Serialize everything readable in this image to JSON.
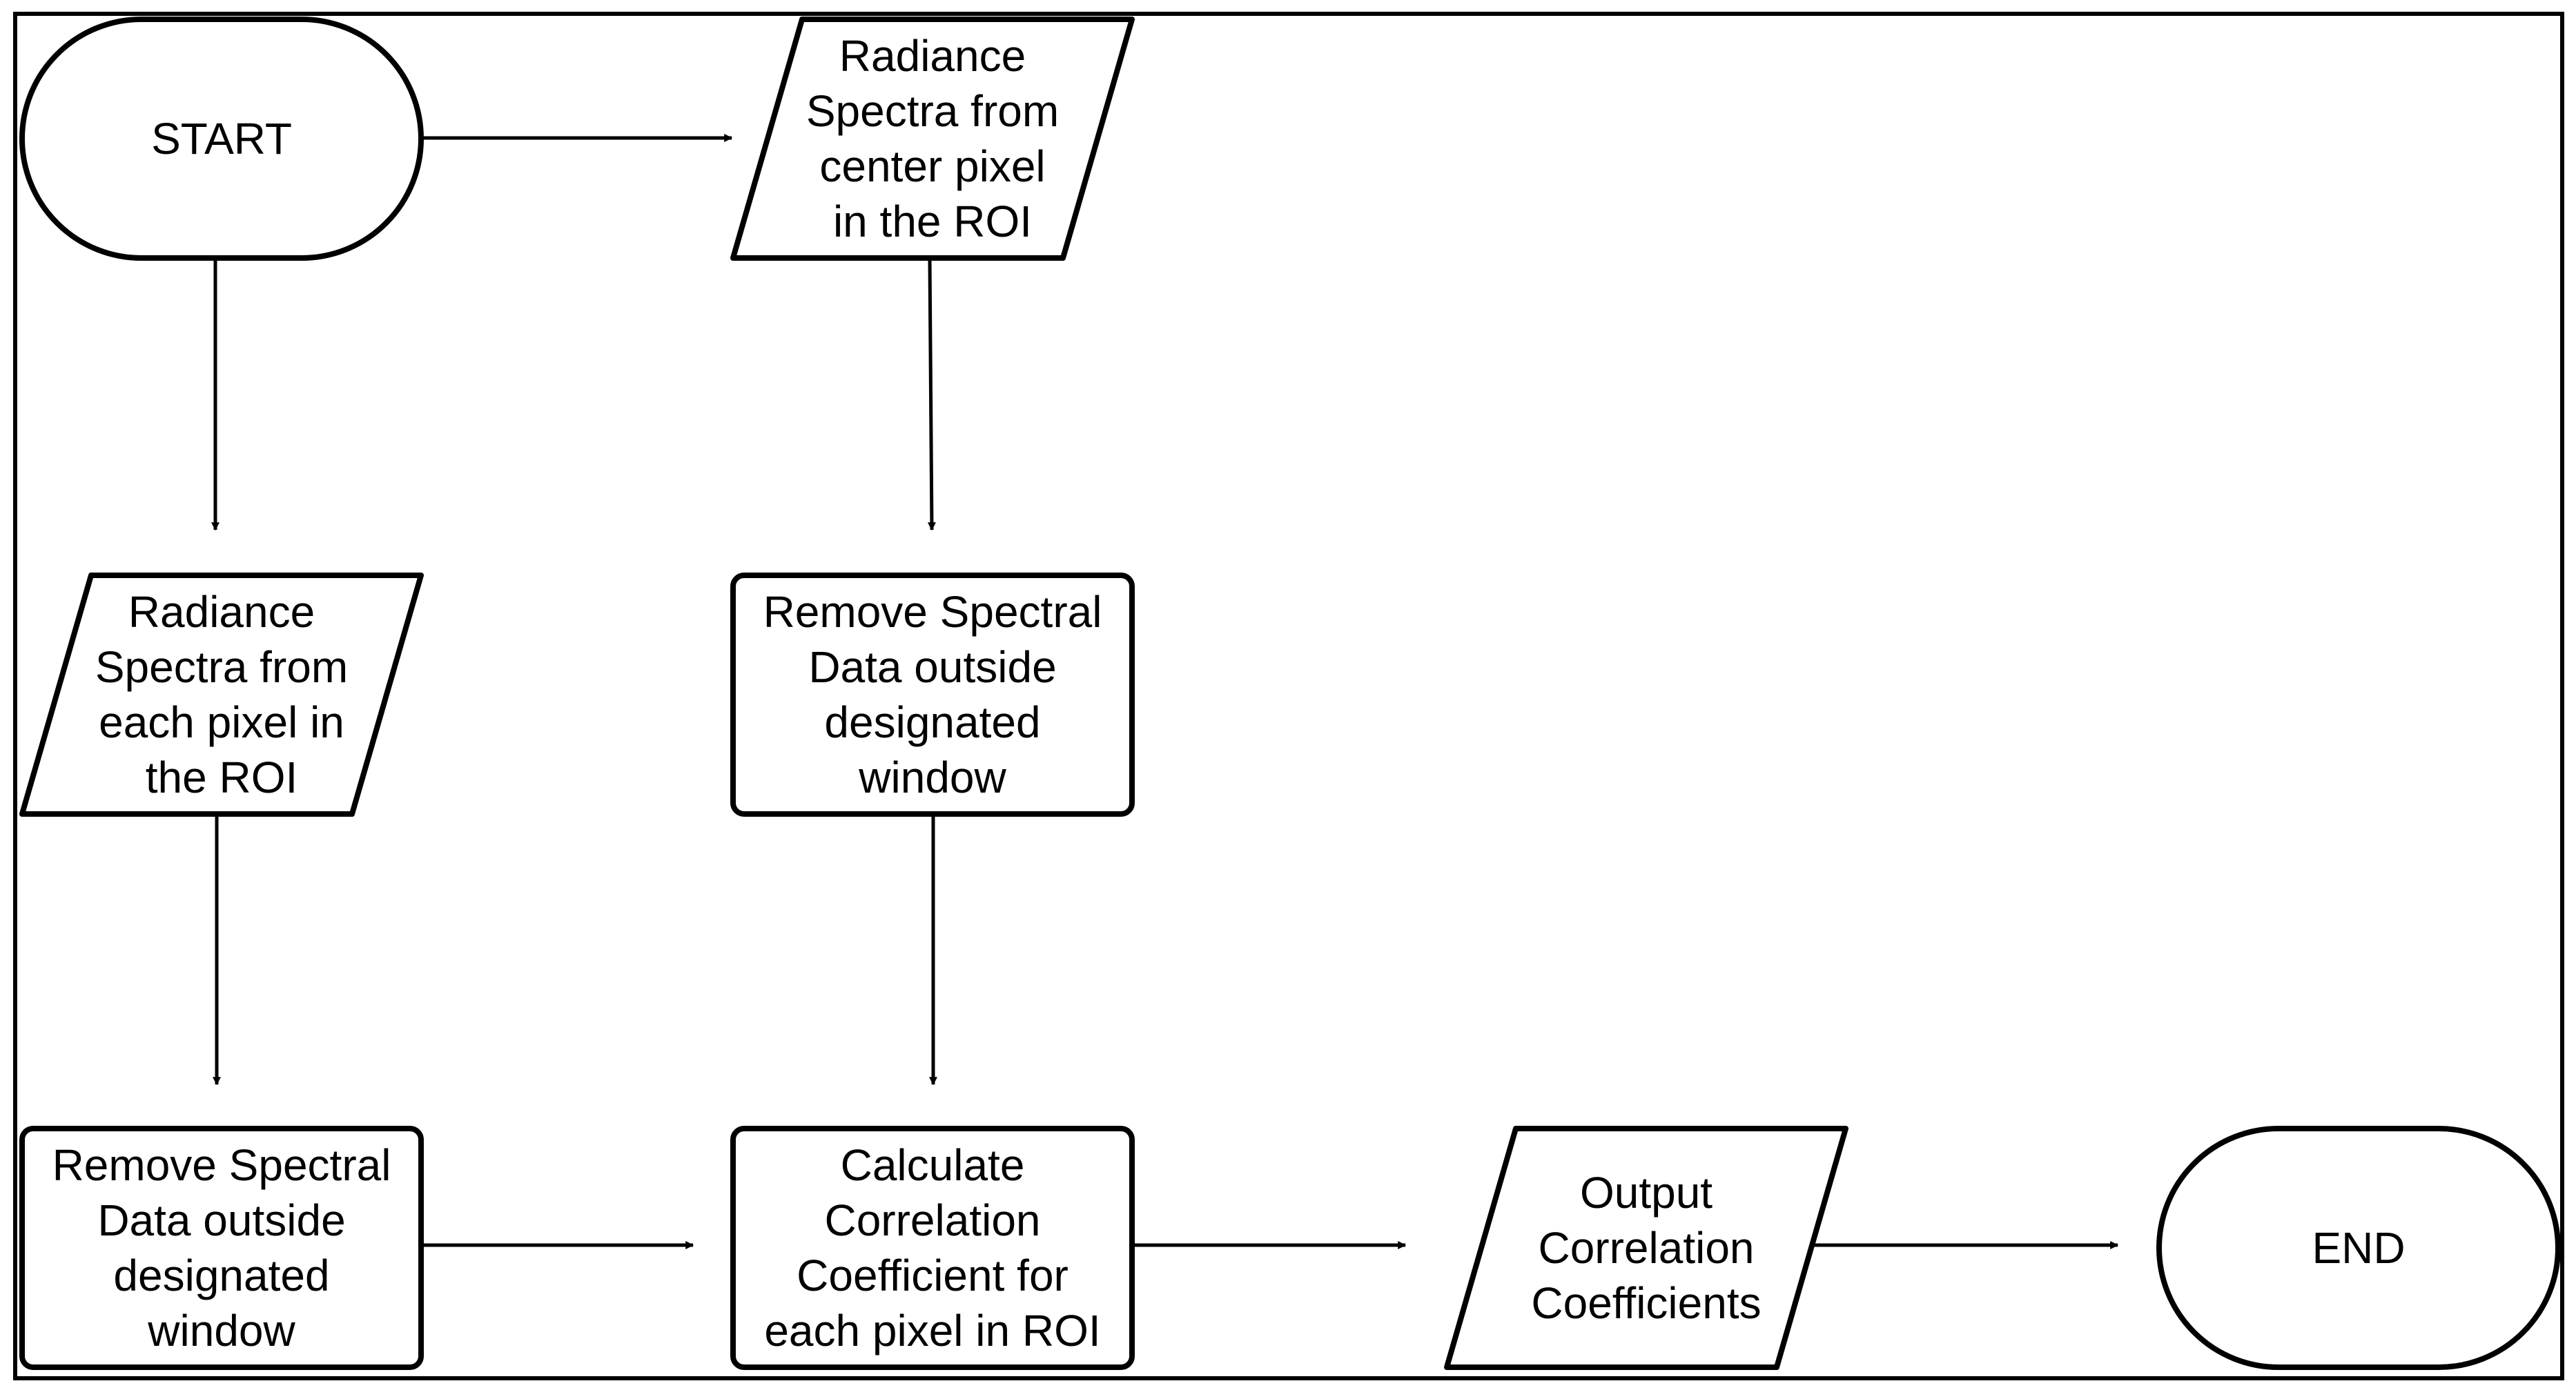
{
  "diagram": {
    "type": "flowchart",
    "colors": {
      "stroke": "#000000",
      "fill": "#ffffff",
      "text": "#000000"
    },
    "nodes": {
      "start": {
        "shape": "terminator",
        "lines": [
          "START"
        ]
      },
      "center_input": {
        "shape": "parallelogram",
        "lines": [
          "Radiance",
          "Spectra from",
          "center pixel",
          "in the ROI"
        ]
      },
      "each_input": {
        "shape": "parallelogram",
        "lines": [
          "Radiance",
          "Spectra from",
          "each pixel in",
          "the ROI"
        ]
      },
      "remove_center": {
        "shape": "process",
        "lines": [
          "Remove Spectral",
          "Data outside",
          "designated",
          "window"
        ]
      },
      "remove_each": {
        "shape": "process",
        "lines": [
          "Remove Spectral",
          "Data outside",
          "designated",
          "window"
        ]
      },
      "calculate": {
        "shape": "process",
        "lines": [
          "Calculate",
          "Correlation",
          "Coefficient for",
          "each pixel in ROI"
        ]
      },
      "output": {
        "shape": "parallelogram",
        "lines": [
          "Output",
          "Correlation",
          "Coefficients"
        ]
      },
      "end": {
        "shape": "terminator",
        "lines": [
          "END"
        ]
      }
    },
    "edges": [
      {
        "from": "start",
        "to": "center_input"
      },
      {
        "from": "start",
        "to": "each_input"
      },
      {
        "from": "center_input",
        "to": "remove_center"
      },
      {
        "from": "each_input",
        "to": "remove_each"
      },
      {
        "from": "remove_center",
        "to": "calculate"
      },
      {
        "from": "remove_each",
        "to": "calculate"
      },
      {
        "from": "calculate",
        "to": "output"
      },
      {
        "from": "output",
        "to": "end"
      }
    ]
  }
}
